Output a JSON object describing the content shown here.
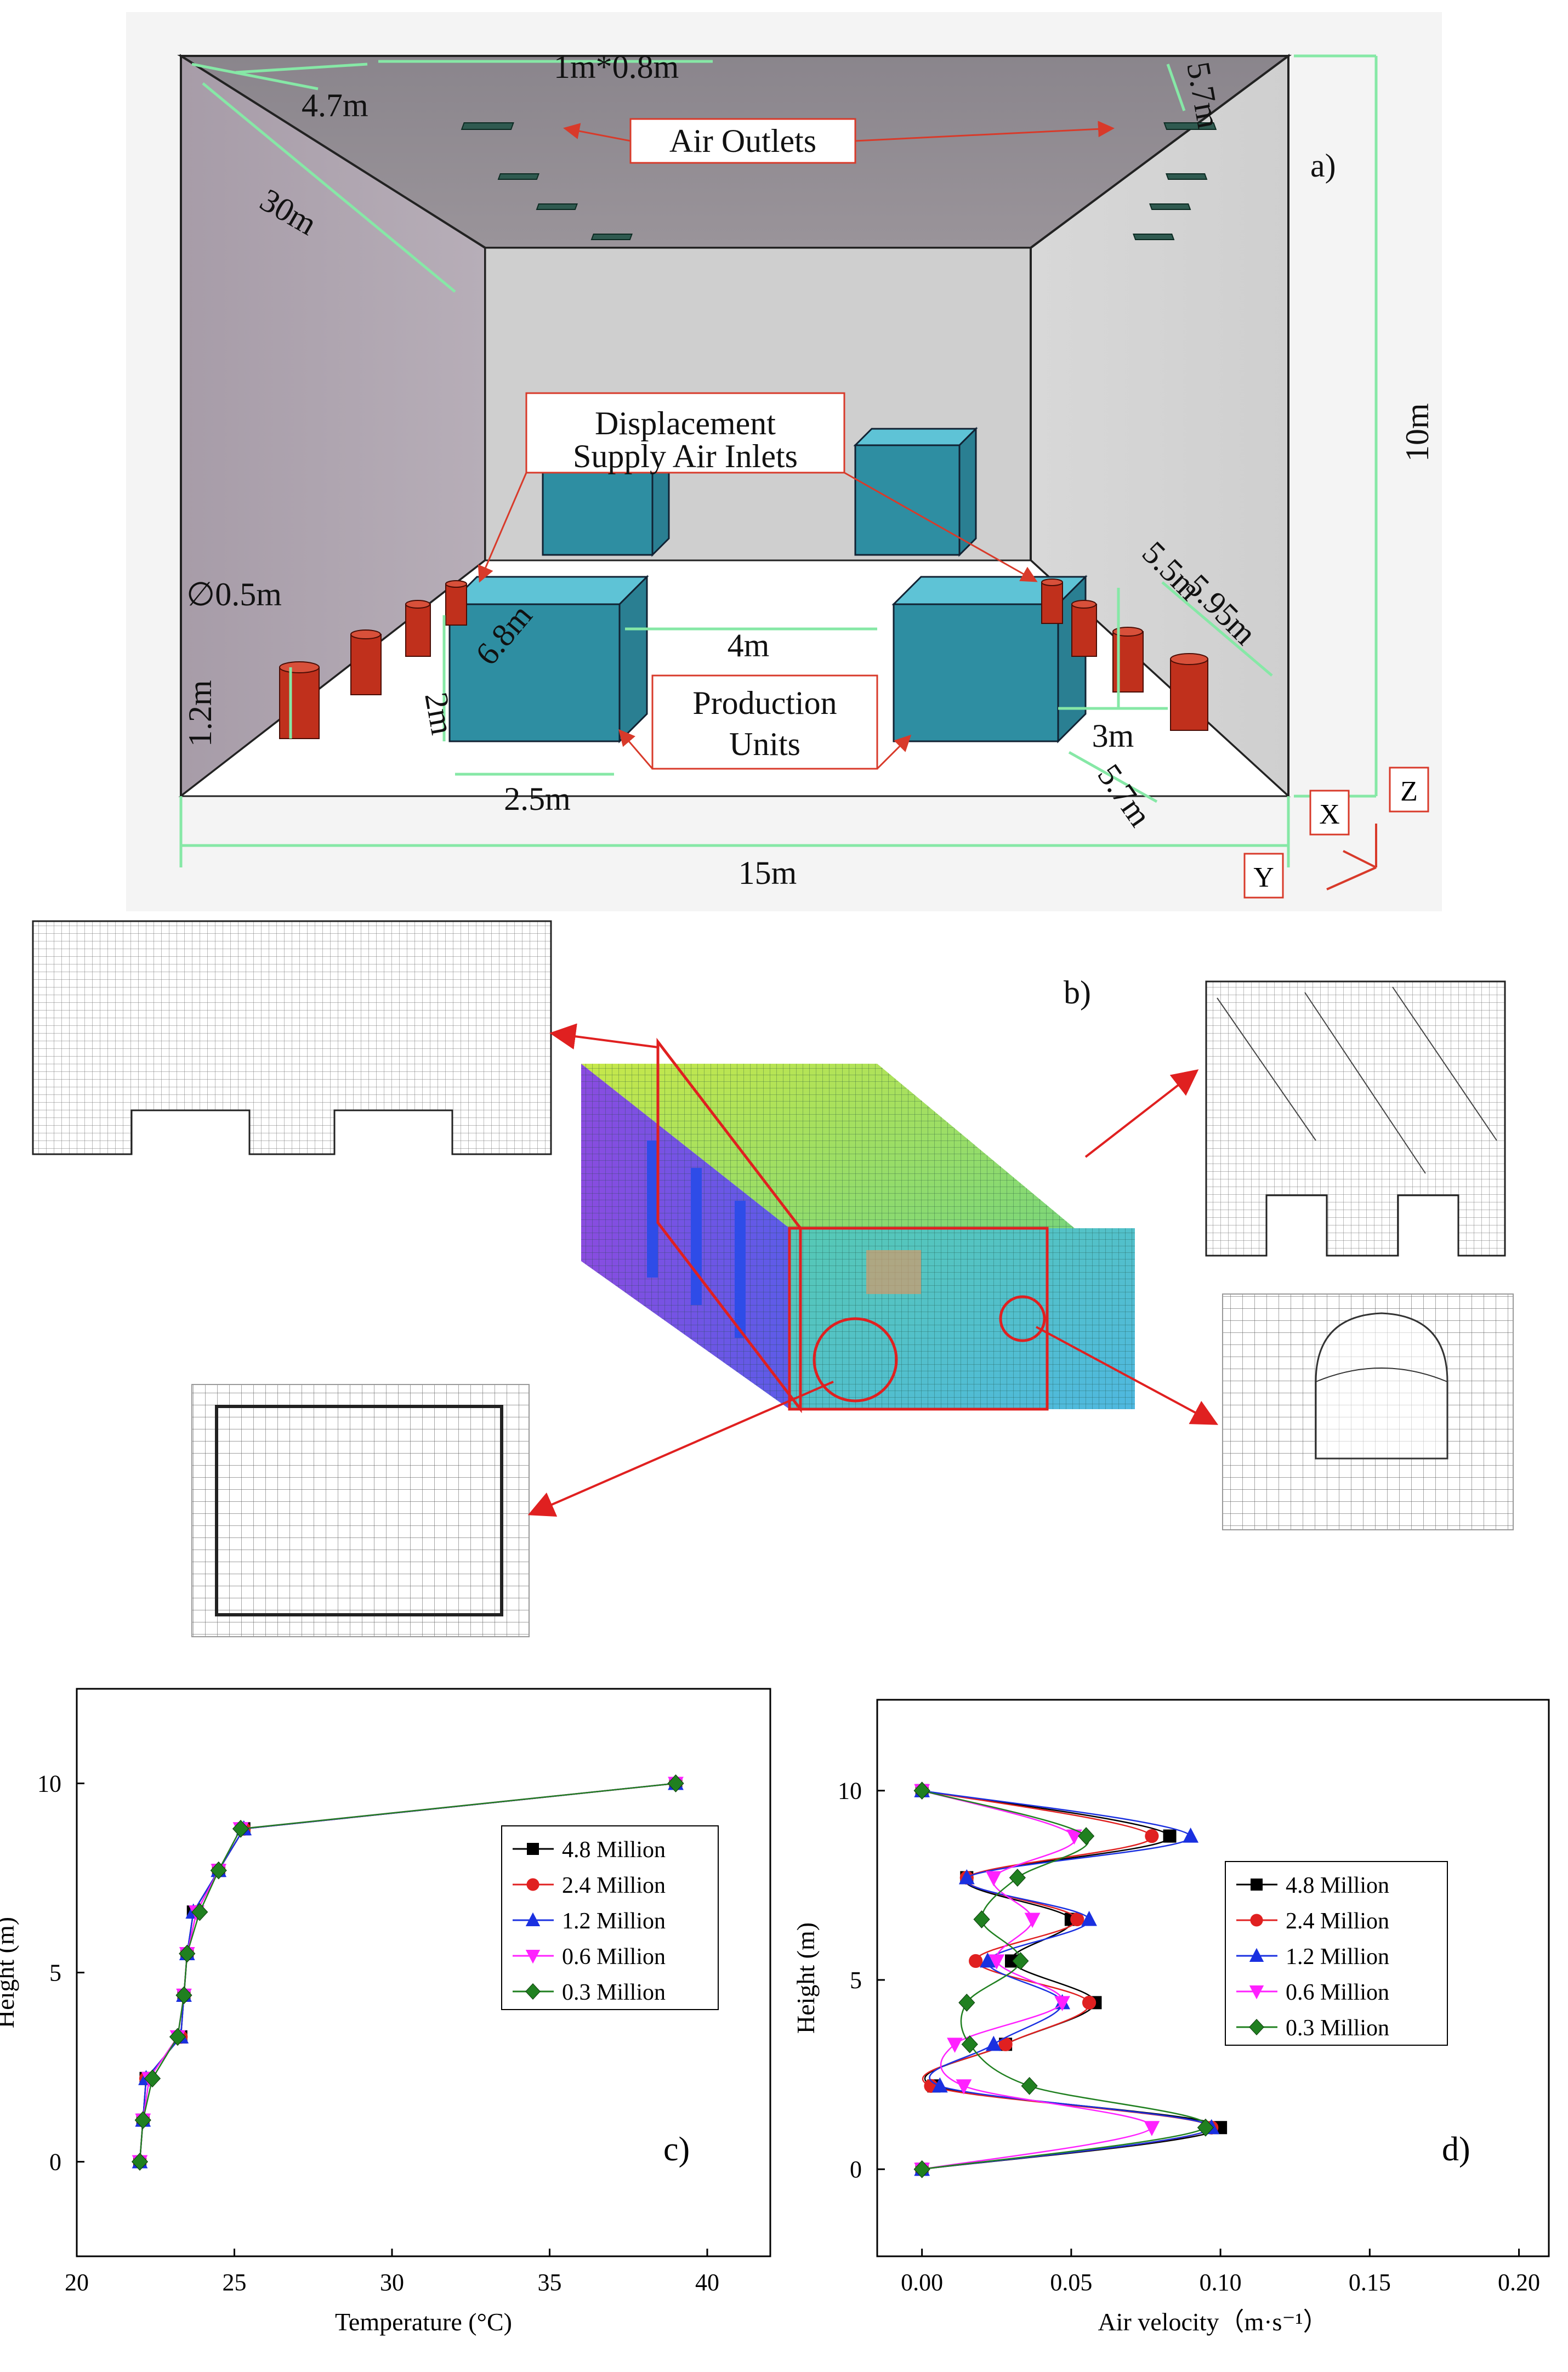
{
  "panel_a": {
    "label": "a)",
    "dims": {
      "outlet_size": "1m*0.8m",
      "d47": "4.7m",
      "d57_top": "5.7m",
      "d30": "30m",
      "d10": "10m",
      "d05": "∅0.5m",
      "d12": "1.2m",
      "d2": "2m",
      "d68": "6.8m",
      "d4": "4m",
      "d25": "2.5m",
      "d55": "5.5m",
      "d595": "5.95m",
      "d3": "3m",
      "d57_bottom": "5.7m",
      "d15": "15m"
    },
    "labels": {
      "air_outlets": "Air Outlets",
      "displacement_line1": "Displacement",
      "displacement_line2": "Supply Air Inlets",
      "production_line1": "Production",
      "production_line2": "Units",
      "axis_x": "X",
      "axis_y": "Y",
      "axis_z": "Z"
    },
    "colors": {
      "wall_left": "#a89ea8",
      "ceiling": "#8f8a90",
      "back_wall": "#d2d2d2",
      "unit": "#3aa0b5",
      "inlet": "#c8321e",
      "dim_line": "#7fe8a0",
      "callout": "#d83a2a"
    }
  },
  "panel_b": {
    "label": "b)"
  },
  "chart_data": [
    {
      "type": "line",
      "panel_label": "c)",
      "xlabel": "Temperature (°C)",
      "ylabel": "Height (m)",
      "xlim": [
        20,
        42
      ],
      "ylim": [
        -2.5,
        12.5
      ],
      "xticks": [
        "20",
        "25",
        "30",
        "35",
        "40"
      ],
      "yticks": [
        "0",
        "5",
        "10"
      ],
      "legend_position": "center-right",
      "series": [
        {
          "name": "4.8 Million",
          "color": "#000000",
          "marker": "square",
          "points": [
            [
              22.0,
              0
            ],
            [
              22.1,
              1.1
            ],
            [
              22.2,
              2.2
            ],
            [
              23.3,
              3.3
            ],
            [
              23.4,
              4.4
            ],
            [
              23.5,
              5.5
            ],
            [
              23.7,
              6.6
            ],
            [
              24.5,
              7.7
            ],
            [
              25.3,
              8.8
            ],
            [
              39.0,
              10.0
            ]
          ]
        },
        {
          "name": "2.4 Million",
          "color": "#e02020",
          "marker": "circle",
          "points": [
            [
              22.0,
              0
            ],
            [
              22.1,
              1.1
            ],
            [
              22.2,
              2.2
            ],
            [
              23.3,
              3.3
            ],
            [
              23.4,
              4.4
            ],
            [
              23.5,
              5.5
            ],
            [
              23.8,
              6.6
            ],
            [
              24.5,
              7.7
            ],
            [
              25.3,
              8.8
            ],
            [
              39.0,
              10.0
            ]
          ]
        },
        {
          "name": "1.2 Million",
          "color": "#1a30e0",
          "marker": "triangle-up",
          "points": [
            [
              22.0,
              0
            ],
            [
              22.1,
              1.1
            ],
            [
              22.2,
              2.2
            ],
            [
              23.3,
              3.3
            ],
            [
              23.4,
              4.4
            ],
            [
              23.5,
              5.5
            ],
            [
              23.7,
              6.6
            ],
            [
              24.5,
              7.7
            ],
            [
              25.3,
              8.8
            ],
            [
              39.0,
              10.0
            ]
          ]
        },
        {
          "name": "0.6 Million",
          "color": "#ff20ff",
          "marker": "triangle-down",
          "points": [
            [
              22.0,
              0
            ],
            [
              22.1,
              1.1
            ],
            [
              22.3,
              2.2
            ],
            [
              23.2,
              3.3
            ],
            [
              23.4,
              4.4
            ],
            [
              23.5,
              5.5
            ],
            [
              23.8,
              6.6
            ],
            [
              24.5,
              7.7
            ],
            [
              25.2,
              8.8
            ],
            [
              39.0,
              10.0
            ]
          ]
        },
        {
          "name": "0.3 Million",
          "color": "#208020",
          "marker": "diamond",
          "points": [
            [
              22.0,
              0
            ],
            [
              22.1,
              1.1
            ],
            [
              22.4,
              2.2
            ],
            [
              23.2,
              3.3
            ],
            [
              23.4,
              4.4
            ],
            [
              23.5,
              5.5
            ],
            [
              23.9,
              6.6
            ],
            [
              24.5,
              7.7
            ],
            [
              25.2,
              8.8
            ],
            [
              39.0,
              10.0
            ]
          ]
        }
      ]
    },
    {
      "type": "line",
      "panel_label": "d)",
      "xlabel": "Air velocity（m·s⁻¹）",
      "ylabel": "Height (m)",
      "xlim": [
        -0.015,
        0.21
      ],
      "ylim": [
        -2.3,
        12.4
      ],
      "xticks": [
        "0.00",
        "0.05",
        "0.10",
        "0.15",
        "0.20"
      ],
      "yticks": [
        "0",
        "5",
        "10"
      ],
      "legend_position": "center-right",
      "series": [
        {
          "name": "4.8 Million",
          "color": "#000000",
          "marker": "square",
          "points": [
            [
              0.0,
              0
            ],
            [
              0.1,
              1.1
            ],
            [
              0.004,
              2.2
            ],
            [
              0.028,
              3.3
            ],
            [
              0.058,
              4.4
            ],
            [
              0.03,
              5.5
            ],
            [
              0.05,
              6.6
            ],
            [
              0.015,
              7.7
            ],
            [
              0.083,
              8.8
            ],
            [
              0.0,
              10.0
            ]
          ]
        },
        {
          "name": "2.4 Million",
          "color": "#e02020",
          "marker": "circle",
          "points": [
            [
              0.0,
              0
            ],
            [
              0.097,
              1.1
            ],
            [
              0.003,
              2.2
            ],
            [
              0.028,
              3.3
            ],
            [
              0.056,
              4.4
            ],
            [
              0.018,
              5.5
            ],
            [
              0.052,
              6.6
            ],
            [
              0.015,
              7.7
            ],
            [
              0.077,
              8.8
            ],
            [
              0.0,
              10.0
            ]
          ]
        },
        {
          "name": "1.2 Million",
          "color": "#1a30e0",
          "marker": "triangle-up",
          "points": [
            [
              0.0,
              0
            ],
            [
              0.097,
              1.1
            ],
            [
              0.006,
              2.2
            ],
            [
              0.024,
              3.3
            ],
            [
              0.047,
              4.4
            ],
            [
              0.022,
              5.5
            ],
            [
              0.056,
              6.6
            ],
            [
              0.015,
              7.7
            ],
            [
              0.09,
              8.8
            ],
            [
              0.0,
              10.0
            ]
          ]
        },
        {
          "name": "0.6 Million",
          "color": "#ff20ff",
          "marker": "triangle-down",
          "points": [
            [
              0.0,
              0
            ],
            [
              0.077,
              1.1
            ],
            [
              0.014,
              2.2
            ],
            [
              0.011,
              3.3
            ],
            [
              0.047,
              4.4
            ],
            [
              0.025,
              5.5
            ],
            [
              0.037,
              6.6
            ],
            [
              0.024,
              7.7
            ],
            [
              0.051,
              8.8
            ],
            [
              0.0,
              10.0
            ]
          ]
        },
        {
          "name": "0.3 Million",
          "color": "#208020",
          "marker": "diamond",
          "points": [
            [
              0.0,
              0
            ],
            [
              0.095,
              1.1
            ],
            [
              0.036,
              2.2
            ],
            [
              0.016,
              3.3
            ],
            [
              0.015,
              4.4
            ],
            [
              0.033,
              5.5
            ],
            [
              0.02,
              6.6
            ],
            [
              0.032,
              7.7
            ],
            [
              0.055,
              8.8
            ],
            [
              0.0,
              10.0
            ]
          ]
        }
      ]
    }
  ]
}
